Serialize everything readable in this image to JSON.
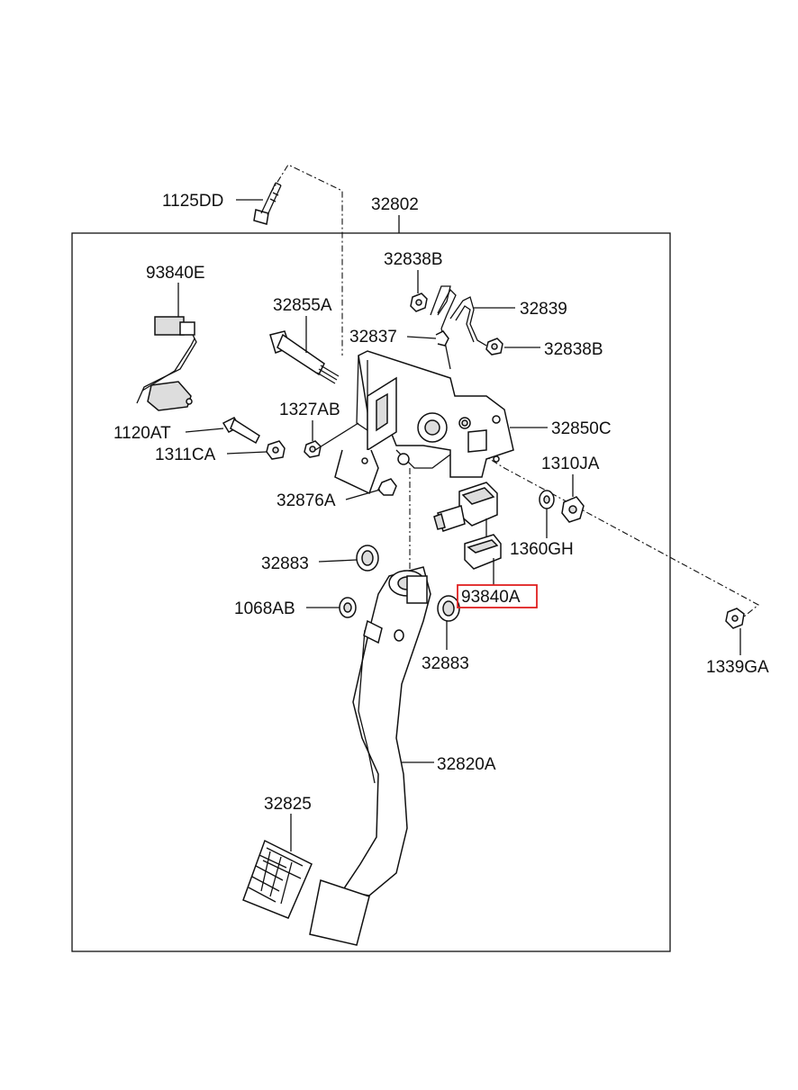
{
  "labels": {
    "p1125DD": "1125DD",
    "p32802": "32802",
    "p93840E": "93840E",
    "p32838B_top": "32838B",
    "p32855A": "32855A",
    "p32839": "32839",
    "p32837": "32837",
    "p32838B_right": "32838B",
    "p1327AB": "1327AB",
    "p32850C": "32850C",
    "p1120AT": "1120AT",
    "p1311CA": "1311CA",
    "p1310JA": "1310JA",
    "p32876A": "32876A",
    "p1360GH": "1360GH",
    "p32883_top": "32883",
    "p93840A": "93840A",
    "p1068AB": "1068AB",
    "p1339GA": "1339GA",
    "p32883_bottom": "32883",
    "p32820A": "32820A",
    "p32825": "32825"
  },
  "highlight": {
    "part": "93840A",
    "color": "#e02020"
  }
}
